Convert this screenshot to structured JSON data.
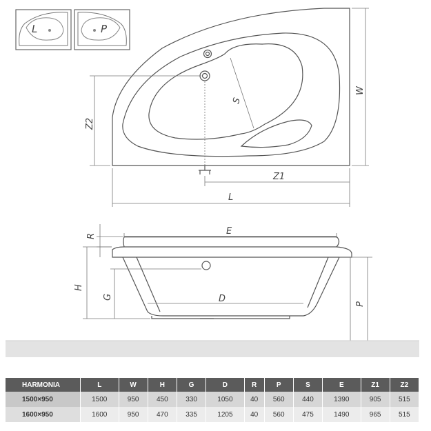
{
  "icons": {
    "left_label": "L",
    "right_label": "P"
  },
  "dimensions": {
    "w": "W",
    "z2": "Z2",
    "s": "S",
    "z1": "Z1",
    "l": "L",
    "e": "E",
    "r": "R",
    "h": "H",
    "g": "G",
    "d": "D",
    "p": "P"
  },
  "table": {
    "headers": [
      "HARMONIA",
      "L",
      "W",
      "H",
      "G",
      "D",
      "R",
      "P",
      "S",
      "E",
      "Z1",
      "Z2"
    ],
    "rows": [
      [
        "1500×950",
        "1500",
        "950",
        "450",
        "330",
        "1050",
        "40",
        "560",
        "440",
        "1390",
        "905",
        "515"
      ],
      [
        "1600×950",
        "1600",
        "950",
        "470",
        "335",
        "1205",
        "40",
        "560",
        "475",
        "1490",
        "965",
        "515"
      ]
    ]
  },
  "colors": {
    "line": "#555555",
    "floor": "#e3e3e3",
    "table_header": "#5b5b5b"
  }
}
